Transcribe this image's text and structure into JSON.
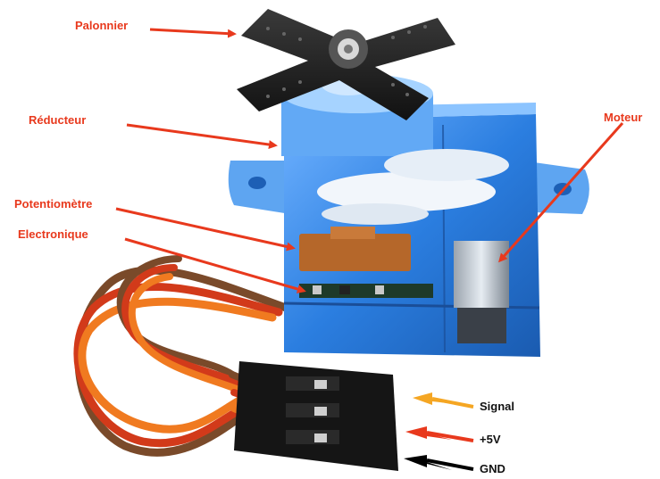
{
  "labels": {
    "palonnier": "Palonnier",
    "reducteur": "Réducteur",
    "moteur": "Moteur",
    "potentiometre": "Potentiomètre",
    "electronique": "Electronique",
    "signal": "Signal",
    "plus5v": "+5V",
    "gnd": "GND"
  },
  "colors": {
    "label_red": "#e8391d",
    "arrow_red": "#e8391d",
    "arrow_orange": "#f5a623",
    "arrow_black": "#000000",
    "servo_blue": "#2f7fd8",
    "horn_black": "#1a1a1a"
  }
}
